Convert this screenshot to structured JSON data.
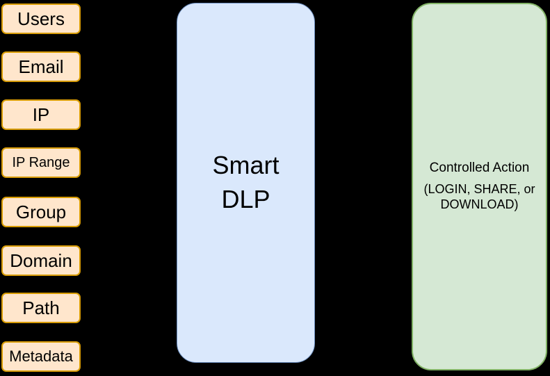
{
  "diagram": {
    "background_color": "#000000",
    "sources": {
      "fill": "#ffe6cc",
      "stroke": "#d79b00",
      "items": [
        {
          "label": "Users"
        },
        {
          "label": "Email"
        },
        {
          "label": "IP"
        },
        {
          "label": "IP Range"
        },
        {
          "label": "Group"
        },
        {
          "label": "Domain"
        },
        {
          "label": "Path"
        },
        {
          "label": "Metadata"
        }
      ]
    },
    "processor": {
      "fill": "#dae8fc",
      "stroke": "#6c8ebf",
      "label": "Smart DLP",
      "line1": "Smart",
      "line2": "DLP"
    },
    "action": {
      "fill": "#d5e8d4",
      "stroke": "#82b366",
      "title": "Controlled Action",
      "subtitle": "(LOGIN, SHARE, or DOWNLOAD)"
    }
  }
}
